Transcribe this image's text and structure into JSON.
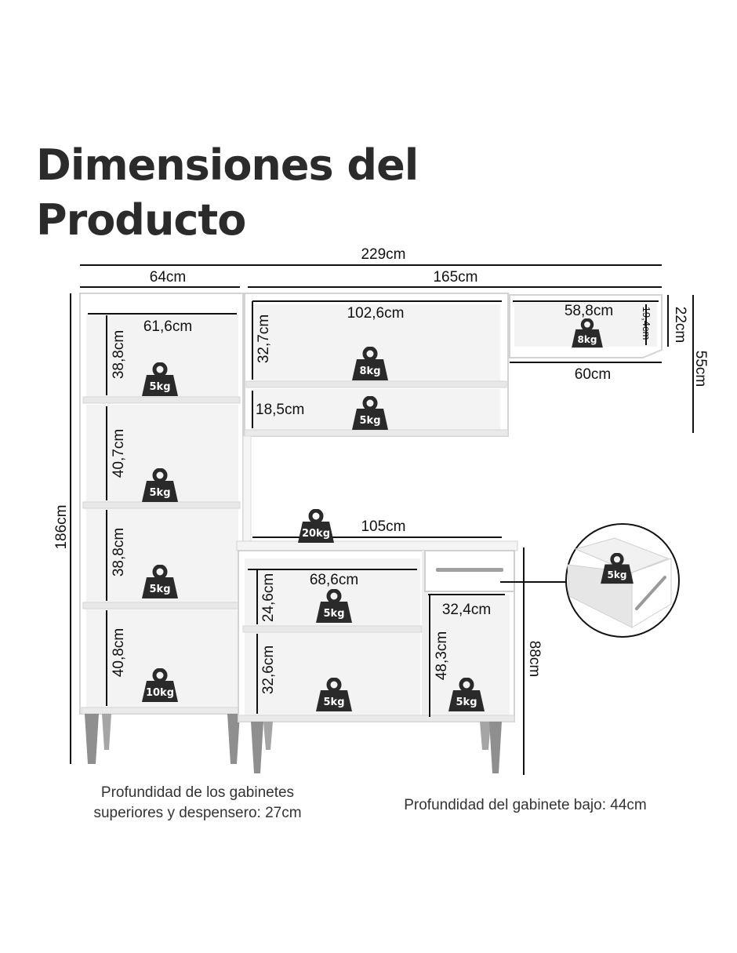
{
  "title": {
    "line1": "Dimensiones del",
    "line2": "Producto"
  },
  "overall": {
    "width": "229cm",
    "height": "186cm"
  },
  "pantry": {
    "width": "64cm",
    "inner_width": "61,6cm",
    "shelves": [
      {
        "height": "38,8cm",
        "load": "5kg"
      },
      {
        "height": "40,7cm",
        "load": "5kg"
      },
      {
        "height": "38,8cm",
        "load": "5kg"
      },
      {
        "height": "40,8cm",
        "load": "10kg"
      }
    ]
  },
  "upper": {
    "total_width": "165cm",
    "main_inner_width": "102,6cm",
    "main_top": {
      "height": "32,7cm",
      "load": "8kg"
    },
    "main_bottom": {
      "height": "18,5cm",
      "load": "5kg"
    },
    "small_inner_width": "58,8cm",
    "small_inner_height": "19,4cm",
    "small_load": "8kg",
    "small_width": "60cm",
    "small_height": "22cm",
    "total_height": "55cm"
  },
  "lower": {
    "countertop_width": "105cm",
    "countertop_load": "20kg",
    "left_inner_width": "68,6cm",
    "left_top": {
      "height": "24,6cm",
      "load": "5kg"
    },
    "left_bottom": {
      "height": "32,6cm",
      "load": "5kg"
    },
    "right_inner_width": "32,4cm",
    "right": {
      "height": "48,3cm",
      "load": "5kg"
    },
    "height": "88cm",
    "drawer_load": "5kg"
  },
  "notes": {
    "upper_depth_line1": "Profundidad de los gabinetes",
    "upper_depth_line2": "superiores y despensero: 27cm",
    "lower_depth": "Profundidad del gabinete bajo: 44cm"
  },
  "colors": {
    "cabinet_edge": "#d3d3d3",
    "cabinet_fill": "#ffffff",
    "interior": "#f3f3f3",
    "legs": "#8f8f8f",
    "weight_badge": "#2a2a2a",
    "dimension_line": "#111111"
  }
}
